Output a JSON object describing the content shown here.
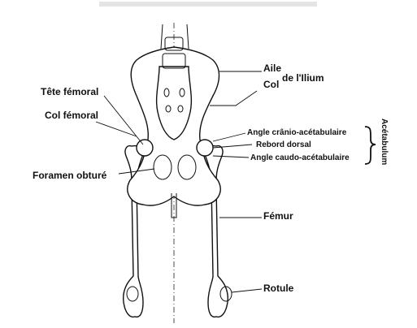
{
  "labels": {
    "aile_ilium_a": "Aile",
    "aile_ilium_b": "de l'Ilium",
    "col_ilium": "Col",
    "tete_femoral": "Tête fémoral",
    "col_femoral": "Col fémoral",
    "angle_cranio": "Angle crânio-acétabulaire",
    "rebord_dorsal": "Rebord dorsal",
    "angle_caudo": "Angle caudo-acétabulaire",
    "acetabulum": "Acétabulum",
    "foramen_obture": "Foramen obturé",
    "femur": "Fémur",
    "rotule": "Rotule"
  },
  "colors": {
    "ink": "#111111",
    "background": "#ffffff"
  }
}
